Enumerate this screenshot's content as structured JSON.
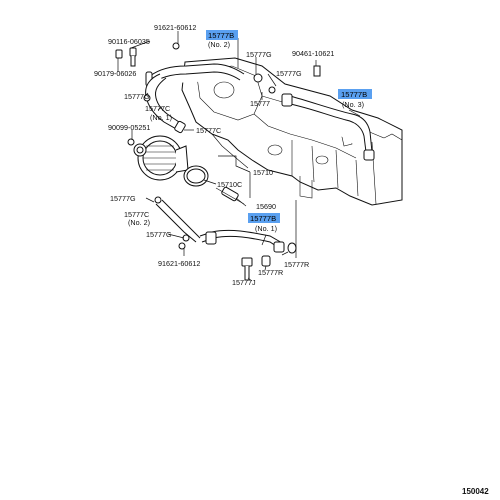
{
  "figure_number": "150042",
  "labels": {
    "p91621_top": "91621-60612",
    "p15777B_no2": "15777B",
    "no2_top": "(No. 2)",
    "p90116": "90116-06035",
    "p90179": "90179-06026",
    "p15777G_a": "15777G",
    "p15777G_b": "15777G",
    "p15777G_left": "15777G",
    "p90461": "90461-10621",
    "p15777_mid": "15777",
    "p15777B_no3": "15777B",
    "no3": "(No. 3)",
    "p15777C_no1": "15777C",
    "no1_c": "(No. 1)",
    "p15777C_mid": "15777C",
    "p90099": "90099-05251",
    "p15710": "15710",
    "p15710C": "15710C",
    "p15777G_lower": "15777G",
    "p15690": "15690",
    "p15777C_no2": "15777C",
    "no2_c": "(No. 2)",
    "p15777B_no1": "15777B",
    "no1_b": "(No. 1)",
    "p15777G_bottom": "15777G",
    "p91621_bottom": "91621-60612",
    "p15777R_a": "15777R",
    "p15777R_b": "15777R",
    "p15777J": "15777J"
  },
  "colors": {
    "highlight": "#5aa0f0",
    "line": "#111111"
  }
}
